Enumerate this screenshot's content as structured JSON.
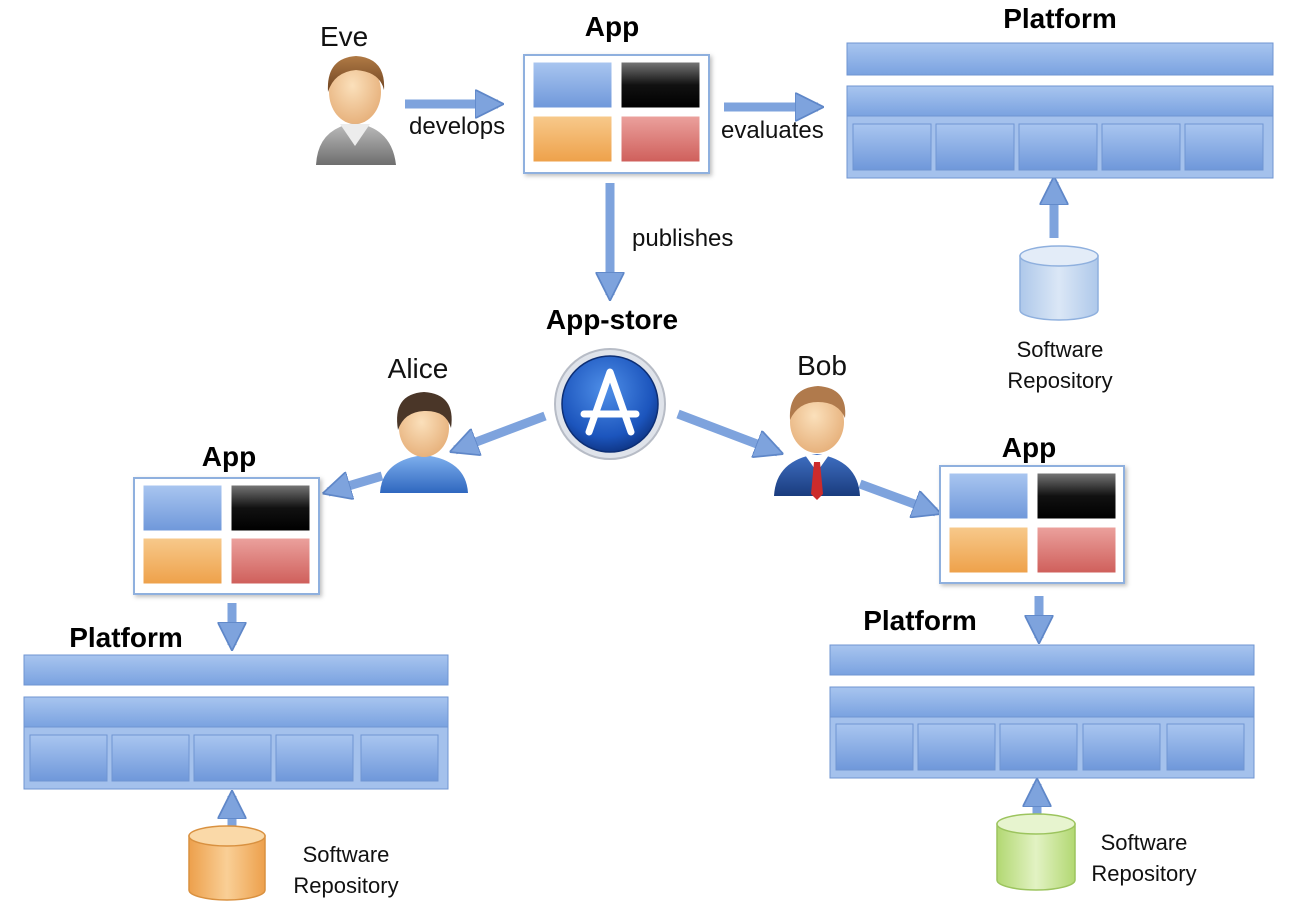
{
  "actors": {
    "eve": "Eve",
    "alice": "Alice",
    "bob": "Bob"
  },
  "titles": {
    "app": "App",
    "platform": "Platform",
    "app_store": "App-store"
  },
  "edge_labels": {
    "develops": "develops",
    "evaluates": "evaluates",
    "publishes": "publishes"
  },
  "repository": {
    "line1": "Software",
    "line2": "Repository"
  },
  "colors": {
    "block_blue": "#7ea6e0",
    "block_black": "#222222",
    "block_orange": "#f4b160",
    "block_red": "#d9736f",
    "platform_blue": "#86ade6",
    "arrow_blue": "#7ea3dd",
    "repo_light_blue": "#c5d8f0",
    "repo_orange": "#f4b466",
    "repo_green": "#c5e28f",
    "appstore_blue": "#1f5fc7"
  }
}
